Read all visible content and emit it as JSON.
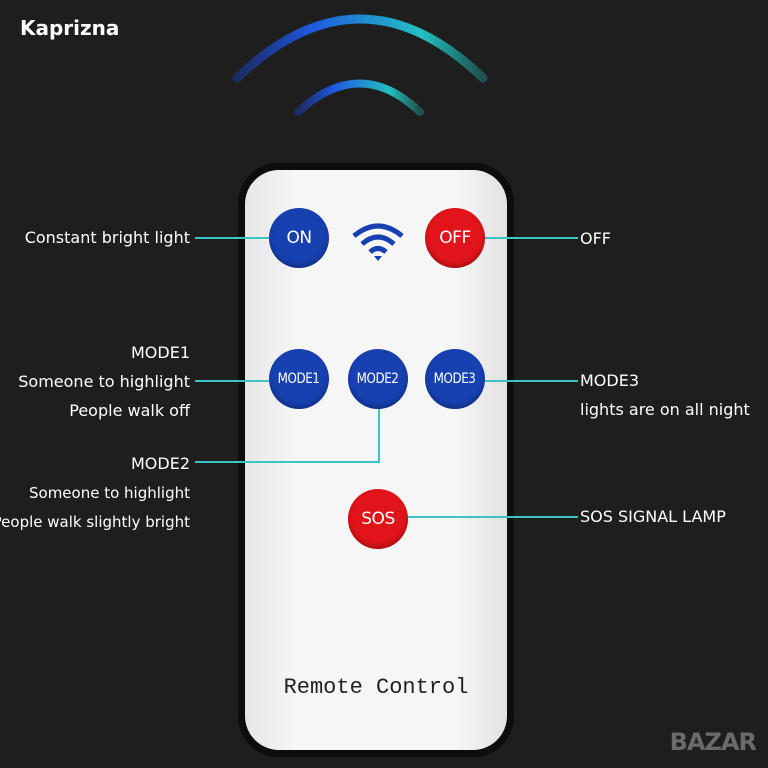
{
  "brand": "Kaprizna",
  "watermark": "BAZAR",
  "remote": {
    "title": "Remote Control",
    "buttons": {
      "on": "ON",
      "off": "OFF",
      "mode1": "MODE1",
      "mode2": "MODE2",
      "mode3": "MODE3",
      "sos": "SOS"
    }
  },
  "callouts": {
    "on": "Constant bright light",
    "off": "OFF",
    "mode1": [
      "MODE1",
      "Someone to highlight",
      "People walk off"
    ],
    "mode3": [
      "MODE3",
      "lights are on all night"
    ],
    "mode2": [
      "MODE2",
      "Someone to highlight",
      "People walk slightly bright"
    ],
    "sos": "SOS SIGNAL LAMP"
  },
  "colors": {
    "line": "#3cc3c3",
    "blue_button": "#1740b0",
    "red_button": "#e0141a"
  }
}
